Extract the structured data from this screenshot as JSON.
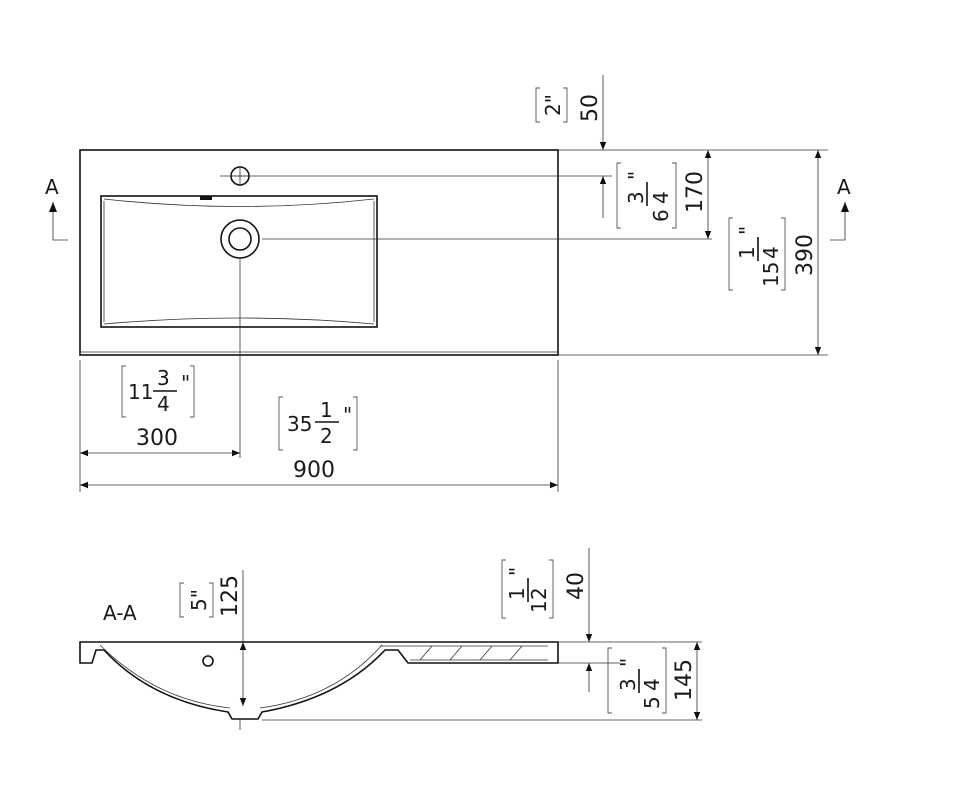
{
  "section_marker": "A",
  "section_title": "A-A",
  "inch_mark": "\"",
  "top_view": {
    "tap_offset": {
      "mm": "50",
      "in_whole": "2"
    },
    "tap_to_drain": {
      "mm": "170",
      "in_whole": "6",
      "in_num": "3",
      "in_den": "4"
    },
    "depth": {
      "mm": "390",
      "in_whole": "15",
      "in_num": "1",
      "in_den": "4"
    },
    "drain_from_left": {
      "mm": "300",
      "in_whole": "11",
      "in_num": "3",
      "in_den": "4"
    },
    "width": {
      "mm": "900",
      "in_whole": "35",
      "in_num": "1",
      "in_den": "2"
    }
  },
  "section_view": {
    "bowl_depth": {
      "mm": "125",
      "in_whole": "5"
    },
    "deck_height": {
      "mm": "40",
      "in_whole": "1",
      "in_num": "1",
      "in_den": "2"
    },
    "total_height": {
      "mm": "145",
      "in_whole": "5",
      "in_num": "3",
      "in_den": "4"
    }
  }
}
